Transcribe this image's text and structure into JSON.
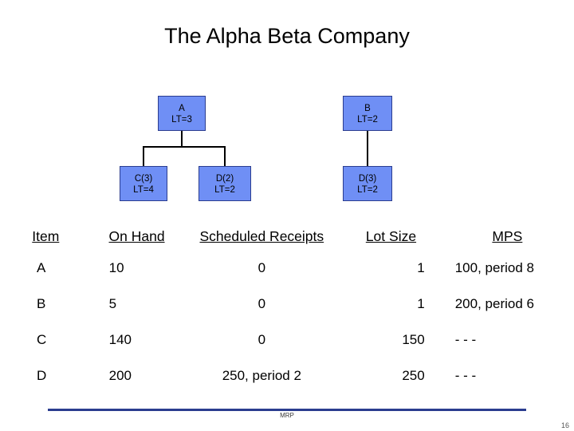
{
  "slide": {
    "title": "The Alpha Beta Company",
    "footer_label": "MRP",
    "page_number": "16"
  },
  "bom": {
    "accent_fill": "#6f8ff5",
    "accent_border": "#2b3d8f",
    "nodes": [
      {
        "name": "node-a",
        "line1": "A",
        "line2": "LT=3"
      },
      {
        "name": "node-b",
        "line1": "B",
        "line2": "LT=2"
      },
      {
        "name": "node-c",
        "line1": "C(3)",
        "line2": "LT=4"
      },
      {
        "name": "node-d2",
        "line1": "D(2)",
        "line2": "LT=2"
      },
      {
        "name": "node-d3",
        "line1": "D(3)",
        "line2": "LT=2"
      }
    ]
  },
  "table": {
    "headers": [
      "Item",
      "On Hand",
      "Scheduled Receipts",
      "Lot Size",
      "MPS"
    ],
    "rows": [
      {
        "item": "A",
        "on_hand": "10",
        "scheduled_receipts": "0",
        "lot_size": "1",
        "mps": "100, period 8"
      },
      {
        "item": "B",
        "on_hand": "5",
        "scheduled_receipts": "0",
        "lot_size": "1",
        "mps": "200, period 6"
      },
      {
        "item": "C",
        "on_hand": "140",
        "scheduled_receipts": "0",
        "lot_size": "150",
        "mps": "- - -"
      },
      {
        "item": "D",
        "on_hand": "200",
        "scheduled_receipts": "250, period 2",
        "lot_size": "250",
        "mps": "- - -"
      }
    ]
  }
}
